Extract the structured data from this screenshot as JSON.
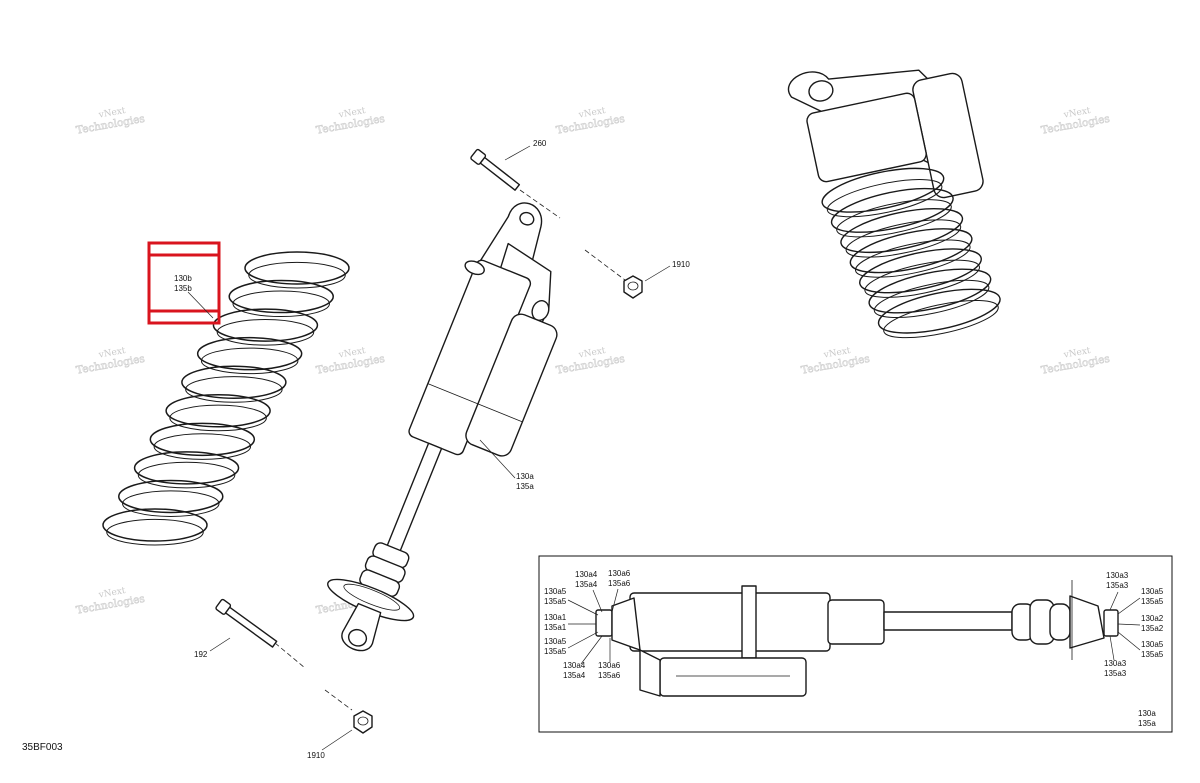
{
  "diagram": {
    "figure_code": "35BF003",
    "watermark_line1": "vNext",
    "watermark_line2": "Technologies",
    "highlight_color": "#d9141e",
    "callouts": {
      "spring": [
        "130b",
        "135b"
      ],
      "bolt_top": "260",
      "nut_top": "1910",
      "shock": [
        "130a",
        "135a"
      ],
      "bolt_bottom": "192",
      "nut_bottom": "1910"
    },
    "detail_callouts": {
      "left": [
        [
          "130a4",
          "135a4"
        ],
        [
          "130a6",
          "135a6"
        ],
        [
          "130a5",
          "135a5"
        ],
        [
          "130a1",
          "135a1"
        ],
        [
          "130a5",
          "135a5"
        ],
        [
          "130a4",
          "135a4"
        ],
        [
          "130a6",
          "135a6"
        ]
      ],
      "right": [
        [
          "130a3",
          "135a3"
        ],
        [
          "130a5",
          "135a5"
        ],
        [
          "130a2",
          "135a2"
        ],
        [
          "130a5",
          "135a5"
        ],
        [
          "130a3",
          "135a3"
        ]
      ],
      "bottom": [
        "130a",
        "135a"
      ]
    }
  }
}
